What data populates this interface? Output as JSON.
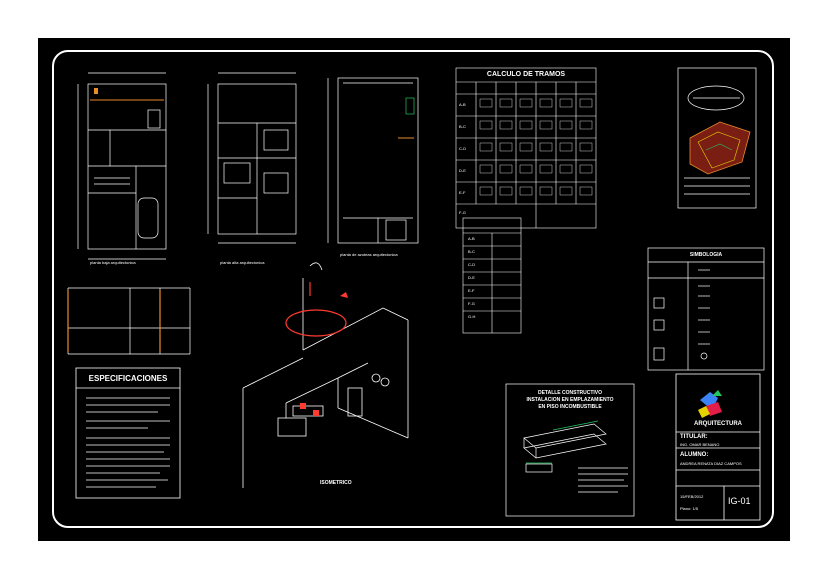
{
  "plans": {
    "ground_floor_label": "planta baja arquitectonica",
    "upper_floor_label": "planta alta arquitectonica",
    "roof_label": "planta de azoteas arquitectonica"
  },
  "calculo": {
    "title": "CALCULO DE TRAMOS",
    "rows": [
      [
        "A-B",
        "",
        "",
        "",
        "",
        "",
        ""
      ],
      [
        "B-C",
        "",
        "",
        "",
        "",
        "",
        ""
      ],
      [
        "C-D",
        "",
        "",
        "",
        "",
        "",
        ""
      ],
      [
        "D-E",
        "",
        "",
        "",
        "",
        "",
        ""
      ],
      [
        "E-F",
        "",
        "",
        "",
        "",
        "",
        ""
      ],
      [
        "F-G",
        "",
        "",
        "",
        "",
        "",
        ""
      ]
    ]
  },
  "small_table": {
    "rows": [
      "A-B",
      "B-C",
      "C-D",
      "D-E",
      "E-F",
      "F-G",
      "G-H"
    ]
  },
  "isometric": {
    "title": "ISOMETRICO"
  },
  "especificaciones": {
    "title": "ESPECIFICACIONES"
  },
  "detalle": {
    "line1": "DETALLE CONSTRUCTIVO",
    "line2": "INSTALACION EN EMPLAZAMIENTO",
    "line3": "EN PISO INCOMBUSTIBLE"
  },
  "simbologia": {
    "title": "SIMBOLOGIA"
  },
  "titleblock": {
    "school": "ARQUITECTURA",
    "titular_label": "TITULAR:",
    "titular_name": "ING. OMAR BENANO",
    "alumno_label": "ALUMNO:",
    "alumno_name": "ANDREA RENATA DIAZ CAMPOS",
    "date": "15/FEB/2012",
    "plano": "Plano: 1/5",
    "code": "IG-01"
  },
  "colors": {
    "background": "#000000",
    "lines": "#ffffff",
    "pipe": "#ff3b30",
    "accent_green": "#22c55e",
    "accent_orange": "#e98c2c",
    "accent_yellow": "#e6d200"
  }
}
